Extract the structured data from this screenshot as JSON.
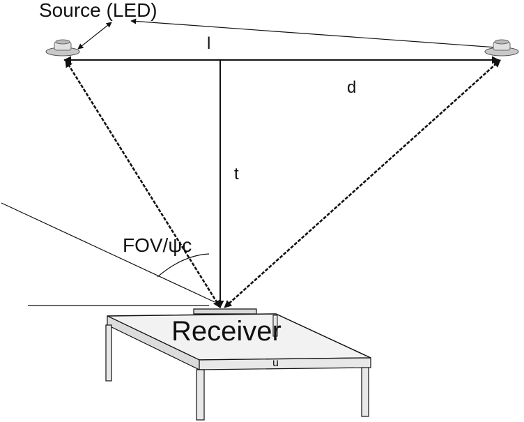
{
  "labels": {
    "source": "Source (LED)",
    "l": "l",
    "d": "d",
    "t": "t",
    "fov": "FOV/ψc",
    "receiver": "Receiver",
    "table_mark": "u"
  },
  "colors": {
    "line": "#111111",
    "fill_light": "#f2f2f2",
    "fill_mid": "#d9d9d9",
    "led_body": "#c8c8c8",
    "background": "#ffffff"
  }
}
